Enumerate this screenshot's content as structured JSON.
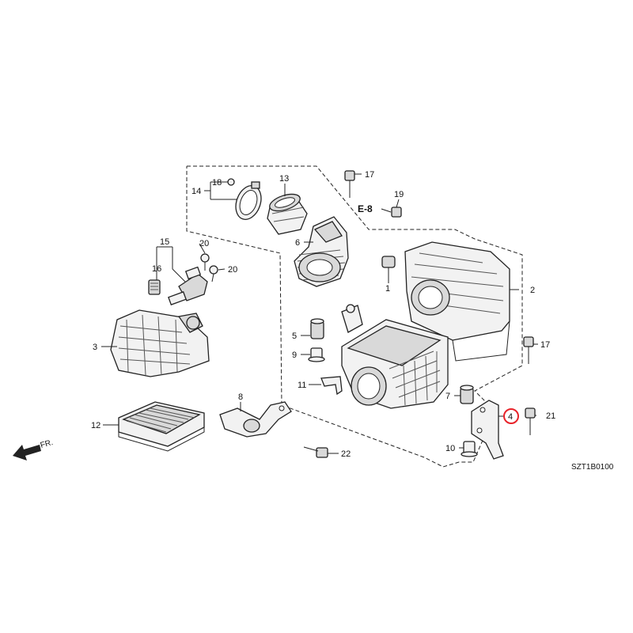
{
  "diagram": {
    "diagram_code": "SZT1B0100",
    "direction_label": "FR.",
    "reference_label": "E-8",
    "highlight_color": "#e8232a",
    "callouts": [
      {
        "id": "1",
        "text": "1"
      },
      {
        "id": "2",
        "text": "2"
      },
      {
        "id": "3",
        "text": "3"
      },
      {
        "id": "4",
        "text": "4",
        "highlighted": true
      },
      {
        "id": "5",
        "text": "5"
      },
      {
        "id": "6",
        "text": "6"
      },
      {
        "id": "7",
        "text": "7"
      },
      {
        "id": "8",
        "text": "8"
      },
      {
        "id": "9",
        "text": "9"
      },
      {
        "id": "10",
        "text": "10"
      },
      {
        "id": "11",
        "text": "11"
      },
      {
        "id": "12",
        "text": "12"
      },
      {
        "id": "13",
        "text": "13"
      },
      {
        "id": "14",
        "text": "14"
      },
      {
        "id": "15",
        "text": "15"
      },
      {
        "id": "16",
        "text": "16"
      },
      {
        "id": "17a",
        "text": "17"
      },
      {
        "id": "17b",
        "text": "17"
      },
      {
        "id": "18",
        "text": "18"
      },
      {
        "id": "19",
        "text": "19"
      },
      {
        "id": "20a",
        "text": "20"
      },
      {
        "id": "20b",
        "text": "20"
      },
      {
        "id": "21",
        "text": "21"
      },
      {
        "id": "22",
        "text": "22"
      }
    ]
  }
}
